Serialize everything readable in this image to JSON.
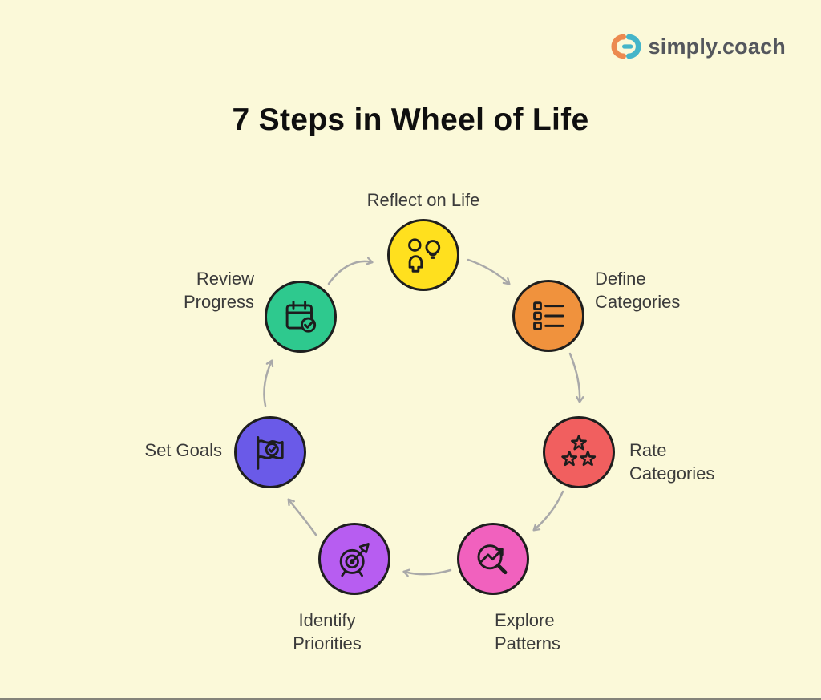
{
  "page": {
    "title": "7 Steps in Wheel of Life",
    "background_color": "#FBF9D9"
  },
  "logo": {
    "text": "simply.coach",
    "text_color": "#54575D",
    "icon": "simply-coach-logo-icon",
    "icon_orange": "#EC8A50",
    "icon_teal": "#45B5C9"
  },
  "steps": [
    {
      "label": "Reflect on Life",
      "color": "#FFE01E",
      "icon": "person-lightbulb-icon"
    },
    {
      "label": "Define\nCategories",
      "color": "#F0923D",
      "icon": "checklist-icon"
    },
    {
      "label": "Rate\nCategories",
      "color": "#F15F5F",
      "icon": "three-stars-icon"
    },
    {
      "label": "Explore\nPatterns",
      "color": "#F161BE",
      "icon": "magnifier-trend-icon"
    },
    {
      "label": "Identify\nPriorities",
      "color": "#B75DF1",
      "icon": "target-dart-icon"
    },
    {
      "label": "Set Goals",
      "color": "#6A5AE8",
      "icon": "flag-check-icon"
    },
    {
      "label": "Review\nProgress",
      "color": "#2EC98E",
      "icon": "calendar-check-icon"
    }
  ],
  "arrows": {
    "color": "#A9A9A9",
    "count": 7
  }
}
